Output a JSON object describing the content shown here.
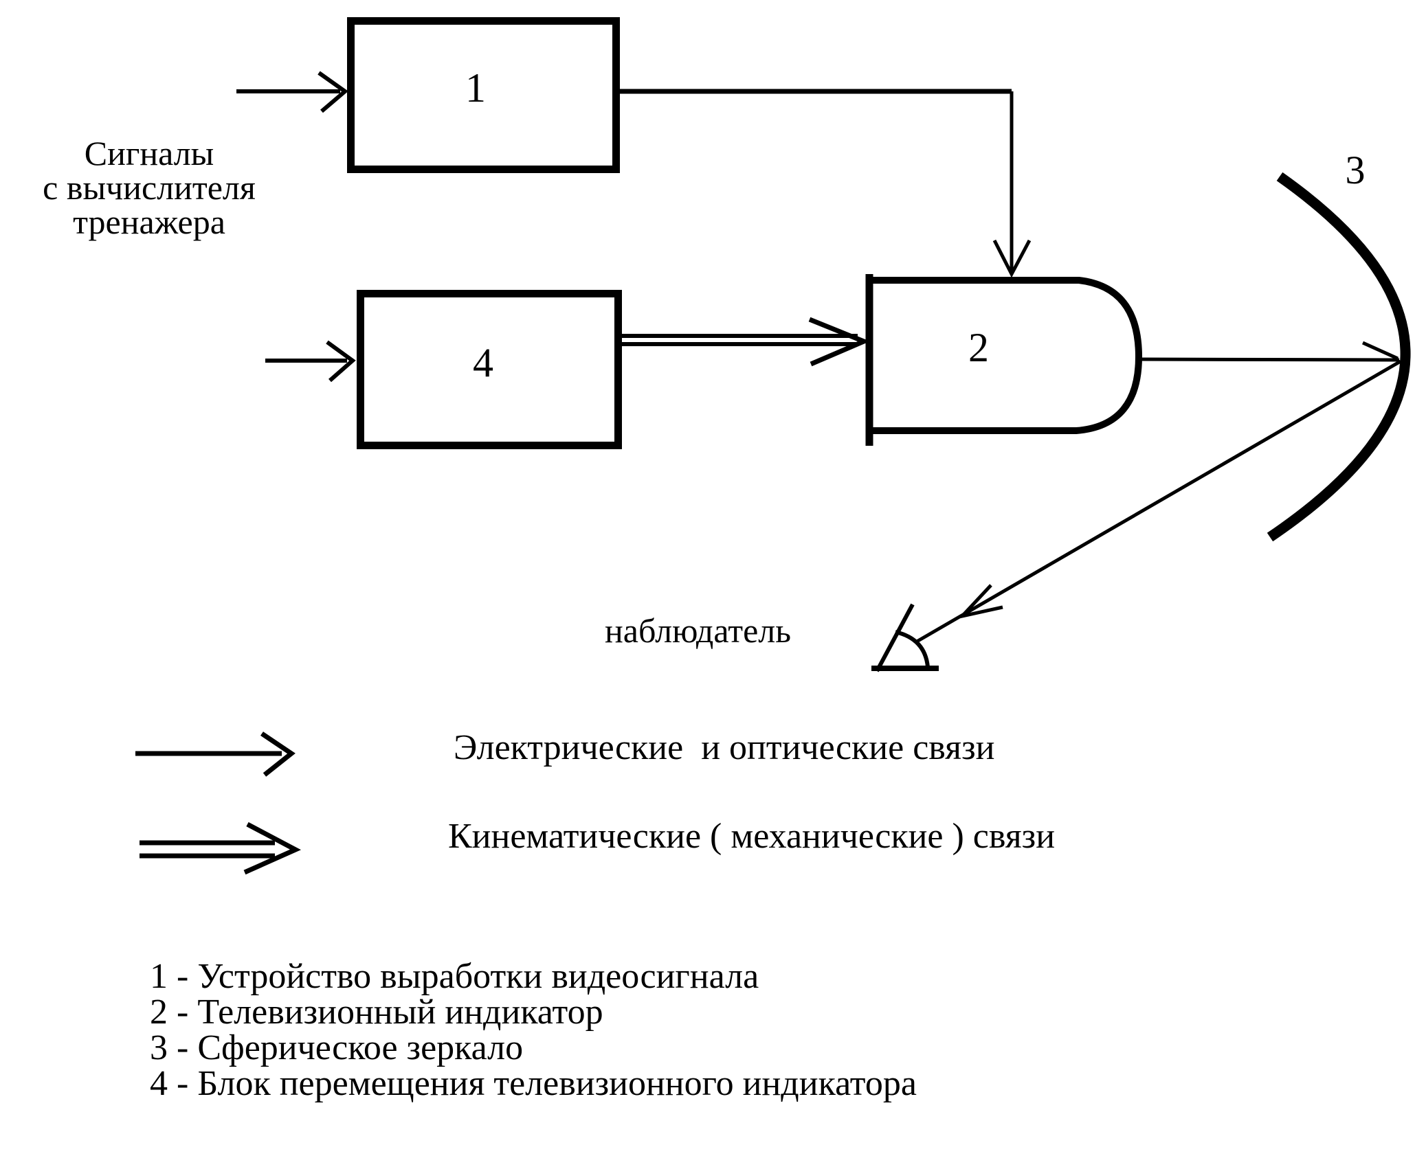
{
  "page": {
    "background": "#ffffff",
    "ink": "#000000"
  },
  "diagram": {
    "source_signals": {
      "line1": "Сигналы",
      "line2": "с вычислителя",
      "line3": "тренажера"
    },
    "blocks": {
      "b1": "1",
      "b2": "2",
      "b4": "4"
    },
    "mirror_label": "3",
    "observer_label": "наблюдатель"
  },
  "legend": {
    "electrical_optical": "Электрические  и оптические связи",
    "kinematic_mechanical": "Кинематические ( механические ) связи"
  },
  "notes": {
    "items": [
      "1 - Устройство выработки видеосигнала",
      "2 - Телевизионный индикатор",
      "3 - Сферическое зеркало",
      "4 - Блок перемещения телевизионного индикатора"
    ]
  }
}
